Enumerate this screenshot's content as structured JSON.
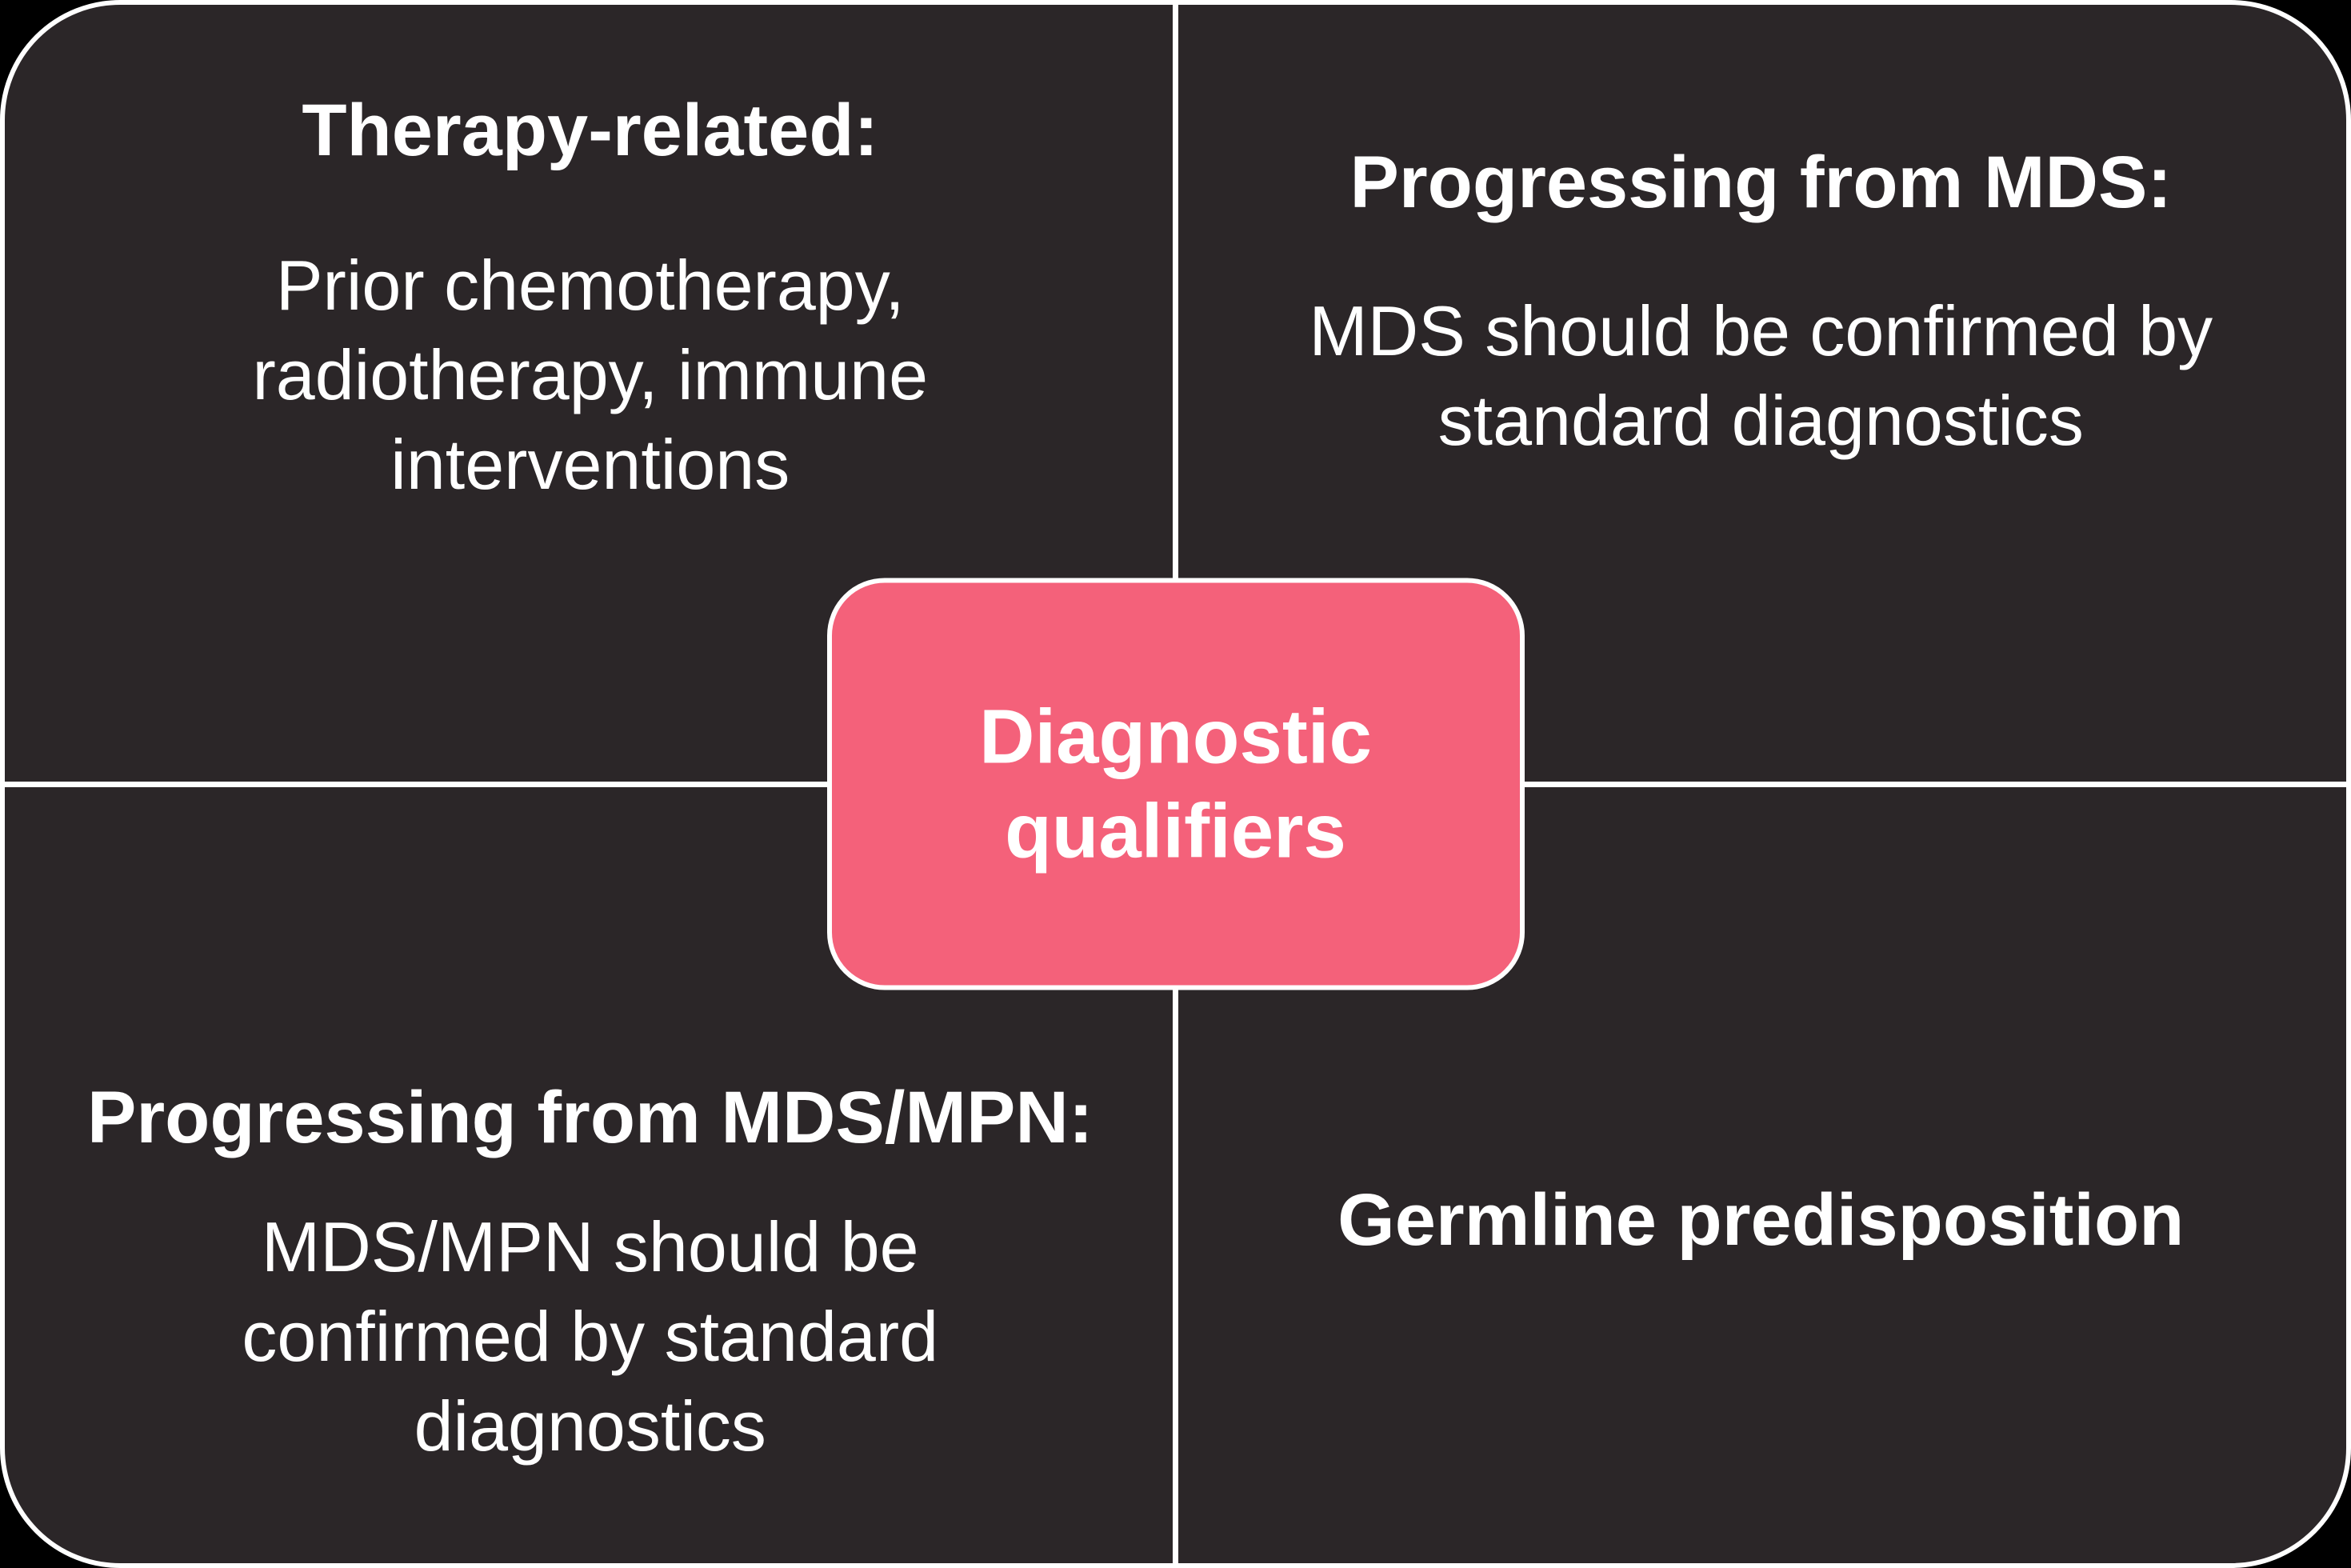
{
  "diagram": {
    "title": "Diagnostic qualifiers",
    "center_node": {
      "label_lines": [
        "Diagnostic",
        "qualifiers"
      ],
      "bg_color": "#F4617A",
      "border_color": "#FFFFFF",
      "text_color": "#FFFFFF"
    },
    "quadrants": [
      {
        "id": "top-left",
        "heading": "Therapy-related:",
        "body_lines": [
          "Prior chemotherapy,",
          "radiotherapy, immune",
          "interventions"
        ]
      },
      {
        "id": "top-right",
        "heading": "Progressing from MDS:",
        "body_lines": [
          "MDS should be confirmed by",
          "standard diagnostics"
        ]
      },
      {
        "id": "bottom-left",
        "heading": "Progressing from MDS/MPN:",
        "body_lines": [
          "MDS/MPN should be",
          "confirmed by standard",
          "diagnostics"
        ]
      },
      {
        "id": "bottom-right",
        "heading": "Germline predisposition",
        "body_lines": []
      }
    ],
    "colors": {
      "outer_background": "#000000",
      "card_background": "#2B2628",
      "divider": "#FFFFFF",
      "accent_pink": "#F4617A",
      "text": "#FFFFFF"
    }
  }
}
